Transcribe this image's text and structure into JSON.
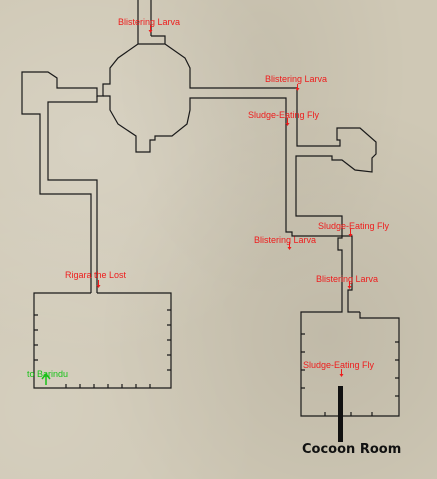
{
  "map": {
    "labels": {
      "larva_top": "Blistering Larva",
      "larva_mid": "Blistering Larva",
      "fly_mid": "Sludge-Eating Fly",
      "fly_right": "Sludge-Eating Fly",
      "larva_right": "Blistering Larva",
      "larva_lower": "Blistering Larva",
      "rigara": "Rigara the Lost",
      "fly_bottom": "Sludge-Eating Fly",
      "exit_barindu": "to Barindu",
      "cocoon_room": "Cocoon Room"
    },
    "colors": {
      "monster": "#ee1c1c",
      "exit": "#17c217",
      "wall": "#1a1a1a",
      "background": "#cfc8b5"
    }
  }
}
